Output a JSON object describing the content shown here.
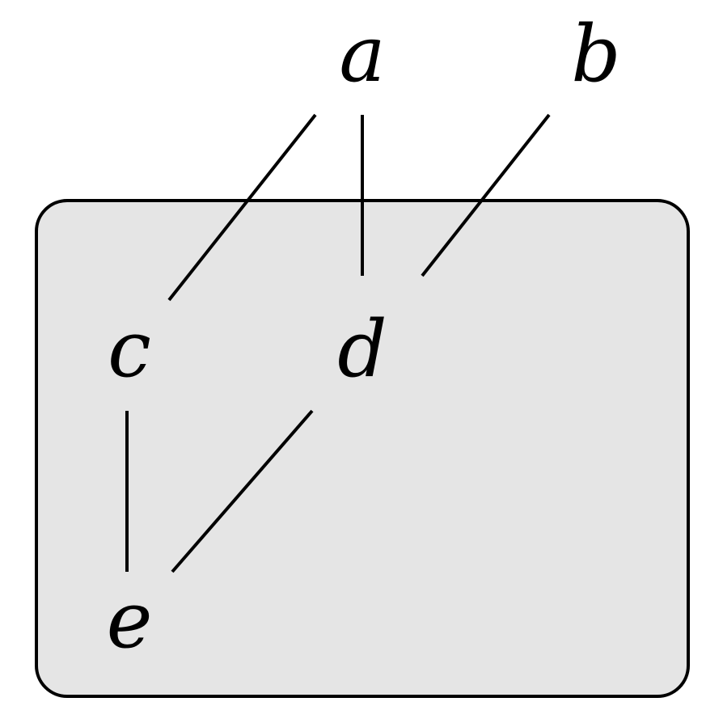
{
  "colors": {
    "region_fill": "#e5e5e5",
    "ink": "#000000",
    "background": "#ffffff"
  },
  "nodes": {
    "a": "a",
    "b": "b",
    "c": "c",
    "d": "d",
    "e": "e"
  },
  "edges": [
    {
      "from": "a",
      "to": "c"
    },
    {
      "from": "a",
      "to": "d"
    },
    {
      "from": "b",
      "to": "d"
    },
    {
      "from": "c",
      "to": "e"
    },
    {
      "from": "d",
      "to": "e"
    }
  ]
}
